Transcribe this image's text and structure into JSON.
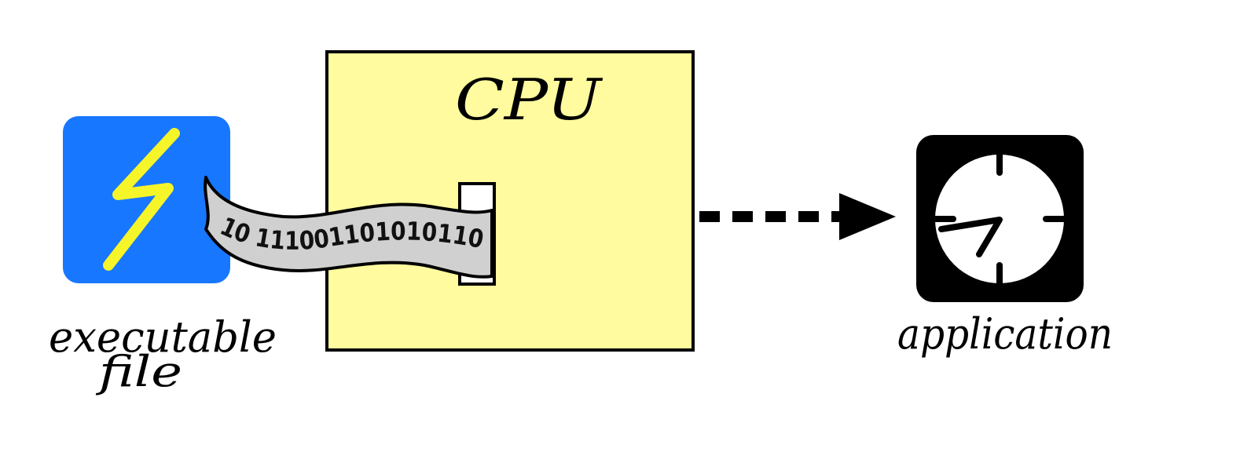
{
  "labels": {
    "cpu": "CPU",
    "executable_line1": "executable",
    "executable_line2": "file",
    "application": "application",
    "binary_tape": "10 111001101010110"
  },
  "icons": {
    "executable": "lightning-bolt-icon",
    "application": "clock-icon"
  },
  "colors": {
    "cpu_fill": "#fffb9e",
    "executable_bg": "#1877ff",
    "lightning": "#f5f52a",
    "application_bg": "#000000",
    "tape_fill": "#d0d0d0",
    "arrow": "#000000"
  }
}
